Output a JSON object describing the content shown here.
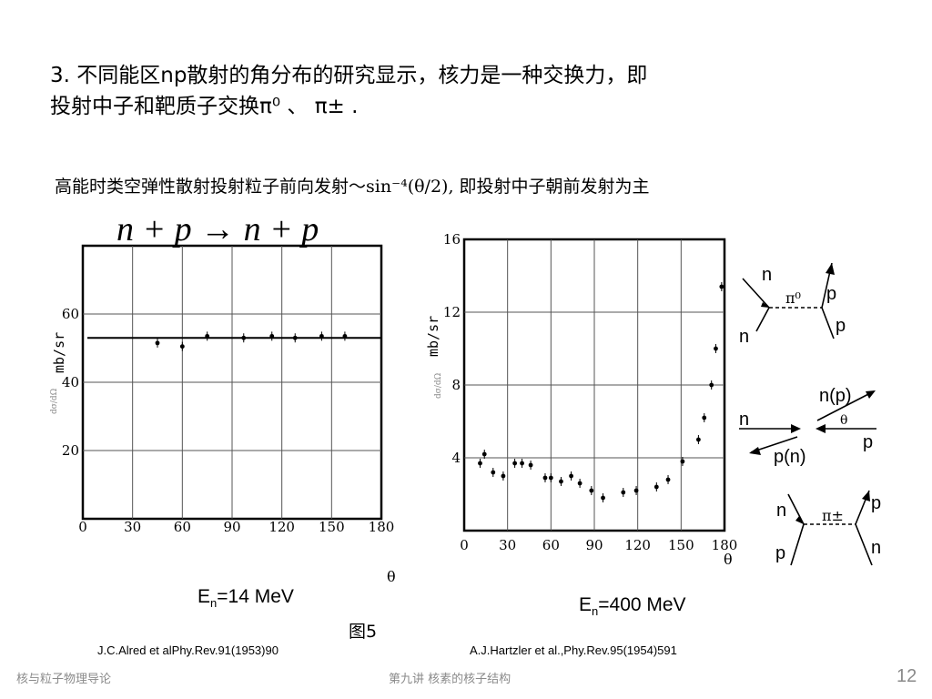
{
  "heading": {
    "line1": "3. 不同能区np散射的角分布的研究显示，核力是一种交换力，即",
    "line2": "投射中子和靶质子交换π⁰ 、 π± ."
  },
  "subheading": "高能时类空弹性散射投射粒子前向发射～sin⁻⁴(θ/2), 即投射中子朝前发射为主",
  "reaction": "n + p → n + p",
  "left_plot": {
    "energy_label": "E",
    "energy_sub": "n",
    "energy_value": "=14 MeV",
    "xaxis_symbol": "θ",
    "y_unit": "mb/sr",
    "y_symbol": "dσ/dΩ"
  },
  "right_plot": {
    "energy_label": "E",
    "energy_sub": "n",
    "energy_value": "=400 MeV",
    "xaxis_symbol": "θ",
    "y_unit": "mb/sr",
    "y_symbol": "dσ/dΩ"
  },
  "figure_label": "图5",
  "references": {
    "left": "J.C.Alred et alPhy.Rev.91(1953)90",
    "right": "A.J.Hartzler et al.,Phy.Rev.95(1954)591"
  },
  "diagrams": {
    "pi0": {
      "n_in": "n",
      "n_out": "n",
      "p_top": "p",
      "p_bottom": "p",
      "meson": "π⁰"
    },
    "scatter": {
      "np_out": "n(p)",
      "n_in": "n",
      "p_in": "p",
      "pn_out": "p(n)",
      "angle": "θ"
    },
    "pipm": {
      "n_top": "n",
      "p_bottom": "p",
      "p_right": "p",
      "n_right": "n",
      "meson": "π±"
    }
  },
  "footer": {
    "left": "核与粒子物理导论",
    "center": "第九讲 核素的核子结构",
    "page": "12"
  },
  "chart_data": [
    {
      "type": "scatter",
      "title": "",
      "xlabel": "θ",
      "ylabel": "dσ/dΩ mb/sr",
      "xlim": [
        0,
        180
      ],
      "ylim": [
        0,
        80
      ],
      "xticks": [
        0,
        30,
        60,
        90,
        120,
        150,
        180
      ],
      "yticks": [
        20,
        40,
        60
      ],
      "grid": true,
      "reference_line": 53,
      "points": [
        {
          "x": 45,
          "y": 51.5
        },
        {
          "x": 60,
          "y": 50.5
        },
        {
          "x": 75,
          "y": 53.5
        },
        {
          "x": 97,
          "y": 53
        },
        {
          "x": 114,
          "y": 53.5
        },
        {
          "x": 128,
          "y": 53
        },
        {
          "x": 144,
          "y": 53.5
        },
        {
          "x": 158,
          "y": 53.5
        }
      ]
    },
    {
      "type": "scatter",
      "title": "",
      "xlabel": "θ",
      "ylabel": "dσ/dΩ mb/sr",
      "xlim": [
        0,
        180
      ],
      "ylim": [
        0,
        16
      ],
      "xticks": [
        0,
        30,
        60,
        90,
        120,
        150,
        180
      ],
      "yticks": [
        4,
        8,
        12,
        16
      ],
      "grid": true,
      "points": [
        {
          "x": 11,
          "y": 3.7
        },
        {
          "x": 14,
          "y": 4.2
        },
        {
          "x": 20,
          "y": 3.2
        },
        {
          "x": 27,
          "y": 3.0
        },
        {
          "x": 35,
          "y": 3.7
        },
        {
          "x": 40,
          "y": 3.7
        },
        {
          "x": 46,
          "y": 3.6
        },
        {
          "x": 56,
          "y": 2.9
        },
        {
          "x": 60,
          "y": 2.9
        },
        {
          "x": 67,
          "y": 2.7
        },
        {
          "x": 74,
          "y": 3.0
        },
        {
          "x": 80,
          "y": 2.6
        },
        {
          "x": 88,
          "y": 2.2
        },
        {
          "x": 96,
          "y": 1.8
        },
        {
          "x": 110,
          "y": 2.1
        },
        {
          "x": 119,
          "y": 2.2
        },
        {
          "x": 133,
          "y": 2.4
        },
        {
          "x": 141,
          "y": 2.8
        },
        {
          "x": 151,
          "y": 3.8
        },
        {
          "x": 162,
          "y": 5.0
        },
        {
          "x": 166,
          "y": 6.2
        },
        {
          "x": 171,
          "y": 8.0
        },
        {
          "x": 174,
          "y": 10.0
        },
        {
          "x": 178,
          "y": 13.4
        }
      ]
    }
  ]
}
